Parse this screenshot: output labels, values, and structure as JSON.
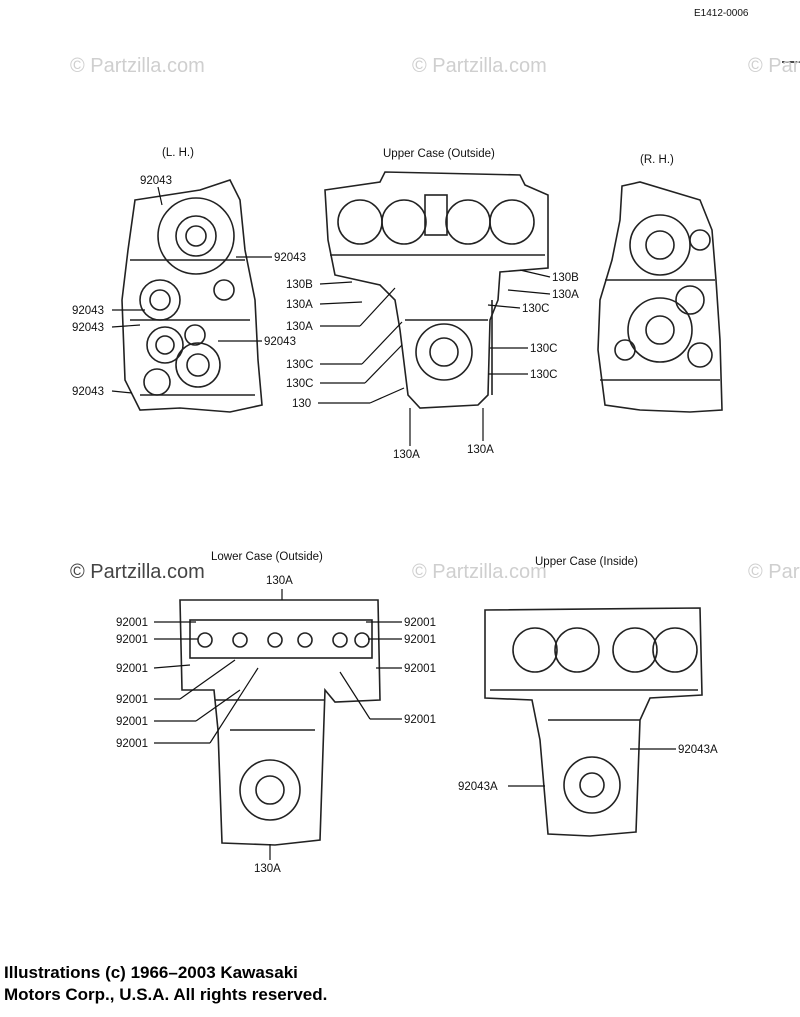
{
  "diagram_code": "E1412-0006",
  "watermarks": [
    "© Partzilla.com",
    "© Partzilla.com",
    "© Partzilla.com",
    "© Partzilla.com",
    "© Partzilla.com",
    "© Partzilla.com"
  ],
  "views": {
    "lh": {
      "title": "(L. H.)",
      "labels": [
        "92043",
        "92043",
        "92043",
        "92043",
        "92043",
        "92043"
      ]
    },
    "upper_outside": {
      "title": "Upper Case (Outside)",
      "labels": [
        "130B",
        "130A",
        "130A",
        "130C",
        "130C",
        "130",
        "130A",
        "130A",
        "130B",
        "130A",
        "130C",
        "130C",
        "130C"
      ]
    },
    "rh": {
      "title": "(R. H.)"
    },
    "lower_outside": {
      "title": "Lower Case (Outside)",
      "labels": [
        "130A",
        "92001",
        "92001",
        "92001",
        "92001",
        "92001",
        "92001",
        "92001",
        "92001",
        "92001",
        "92001",
        "130A"
      ]
    },
    "upper_inside": {
      "title": "Upper Case (Inside)",
      "labels": [
        "92043A",
        "92043A"
      ]
    }
  },
  "copyright": {
    "line1": "Illustrations (c) 1966–2003 Kawasaki",
    "line2": "Motors Corp., U.S.A.  All rights reserved."
  }
}
